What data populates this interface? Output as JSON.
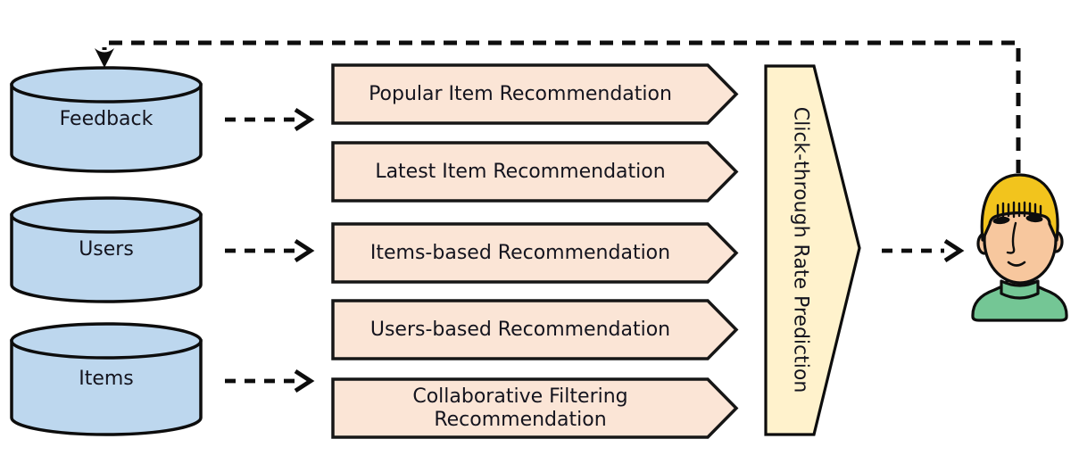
{
  "diagram": {
    "databases": [
      {
        "label": "Feedback"
      },
      {
        "label": "Users"
      },
      {
        "label": "Items"
      }
    ],
    "recommenders": [
      {
        "label": "Popular Item Recommendation"
      },
      {
        "label": "Latest Item Recommendation"
      },
      {
        "label": "Items-based Recommendation"
      },
      {
        "label": "Users-based Recommendation"
      },
      {
        "label": "Collaborative Filtering Recommendation"
      }
    ],
    "ranker": {
      "label": "Click-through Rate Prediction"
    },
    "actor": {
      "icon": "person-icon"
    },
    "colors": {
      "database_fill": "#BDD7EE",
      "recommender_fill": "#FBE5D6",
      "ranker_fill": "#FFF2CC",
      "outline": "#0d0d0d",
      "text": "#14141e",
      "hair": "#F2C41D",
      "skin": "#F7C79E",
      "shirt": "#74C695"
    }
  }
}
